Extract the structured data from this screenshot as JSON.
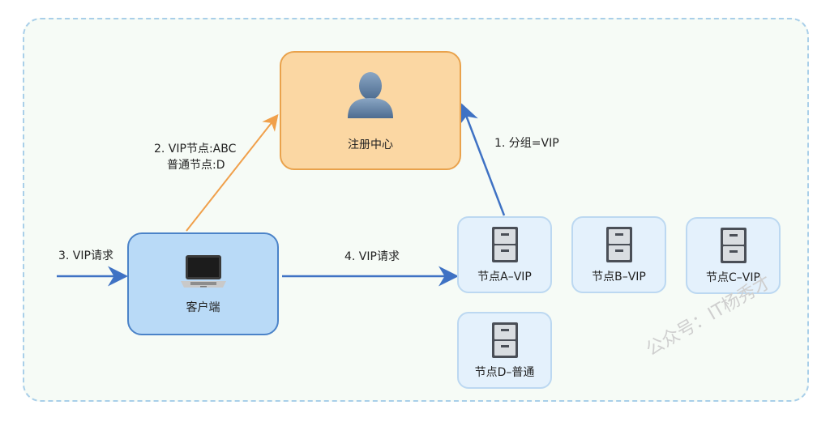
{
  "registry": {
    "label": "注册中心",
    "icon": "person-icon"
  },
  "client": {
    "label": "客户端",
    "icon": "laptop-icon"
  },
  "nodes": {
    "a": {
      "label": "节点A–VIP",
      "icon": "file-cabinet-icon"
    },
    "b": {
      "label": "节点B–VIP",
      "icon": "file-cabinet-icon"
    },
    "c": {
      "label": "节点C–VIP",
      "icon": "file-cabinet-icon"
    },
    "d": {
      "label": "节点D–普通",
      "icon": "file-cabinet-icon"
    }
  },
  "edges": {
    "step1": "1. 分组=VIP",
    "step2_line1": "2. VIP节点:ABC",
    "step2_line2": "普通节点:D",
    "step3": "3. VIP请求",
    "step4": "4. VIP请求"
  },
  "colors": {
    "blue_arrow": "#3f72c4",
    "orange_arrow": "#f0a04b",
    "registry_fill": "#fbd7a3",
    "client_fill": "#b9daf7",
    "node_fill": "#e4f1fc"
  },
  "watermark": "公众号：IT杨秀才"
}
